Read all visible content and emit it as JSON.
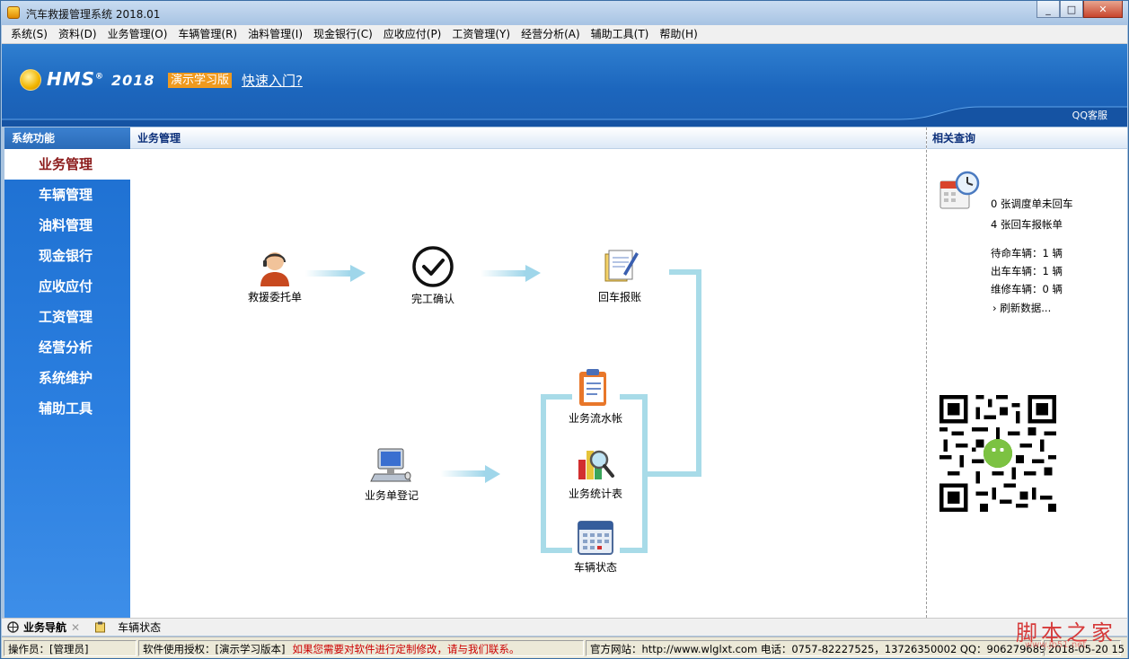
{
  "window": {
    "title": "汽车救援管理系统 2018.01",
    "buttons": [
      "_",
      "□",
      "✕"
    ]
  },
  "menu": [
    "系统(S)",
    "资料(D)",
    "业务管理(O)",
    "车辆管理(R)",
    "油料管理(I)",
    "现金银行(C)",
    "应收应付(P)",
    "工资管理(Y)",
    "经营分析(A)",
    "辅助工具(T)",
    "帮助(H)"
  ],
  "banner": {
    "logo": "HMS",
    "logo_reg": "®",
    "logo_year": "2018",
    "edition": "演示学习版",
    "quick_link": "快速入门?",
    "qq_service": "QQ客服"
  },
  "sidebar": {
    "header": "系统功能",
    "items": [
      "业务管理",
      "车辆管理",
      "油料管理",
      "现金银行",
      "应收应付",
      "工资管理",
      "经营分析",
      "系统维护",
      "辅助工具"
    ],
    "active_index": 0
  },
  "main": {
    "header": "业务管理",
    "nodes": {
      "rescue_order": "救援委托单",
      "completion": "完工确认",
      "return_reimburse": "回车报账",
      "journal": "业务流水帐",
      "statistics": "业务统计表",
      "vehicle_status": "车辆状态",
      "order_register": "业务单登记"
    }
  },
  "related": {
    "header": "相关查询",
    "dispatch_unreturned": "0 张调度单未回车",
    "return_bills": "4 张回车报帐单",
    "standby": "待命车辆：1 辆",
    "out": "出车车辆：1 辆",
    "repair": "维修车辆：0 辆",
    "refresh": "› 刷新数据..."
  },
  "bottom_tabs": [
    "业务导航",
    "车辆状态"
  ],
  "status": {
    "operator": "操作员：[管理员]",
    "license": "软件使用授权：[演示学习版本]",
    "notice": "如果您需要对软件进行定制修改，请与我们联系。",
    "site": "官方网站：http://www.wlglxt.com  电话：0757-82227525，13726350002  QQ：906279689",
    "date": "2018-05-20 15"
  },
  "watermark": {
    "text": "脚本之家",
    "url": "www.jb51.net"
  },
  "colors": {
    "banner_blue": "#1c66bd",
    "sidebar_blue": "#2b7fe0",
    "accent_orange": "#f09a1e",
    "flow_line": "#a8dbe8",
    "active_text": "#8b1a1a",
    "notice_red": "#cc0000"
  }
}
